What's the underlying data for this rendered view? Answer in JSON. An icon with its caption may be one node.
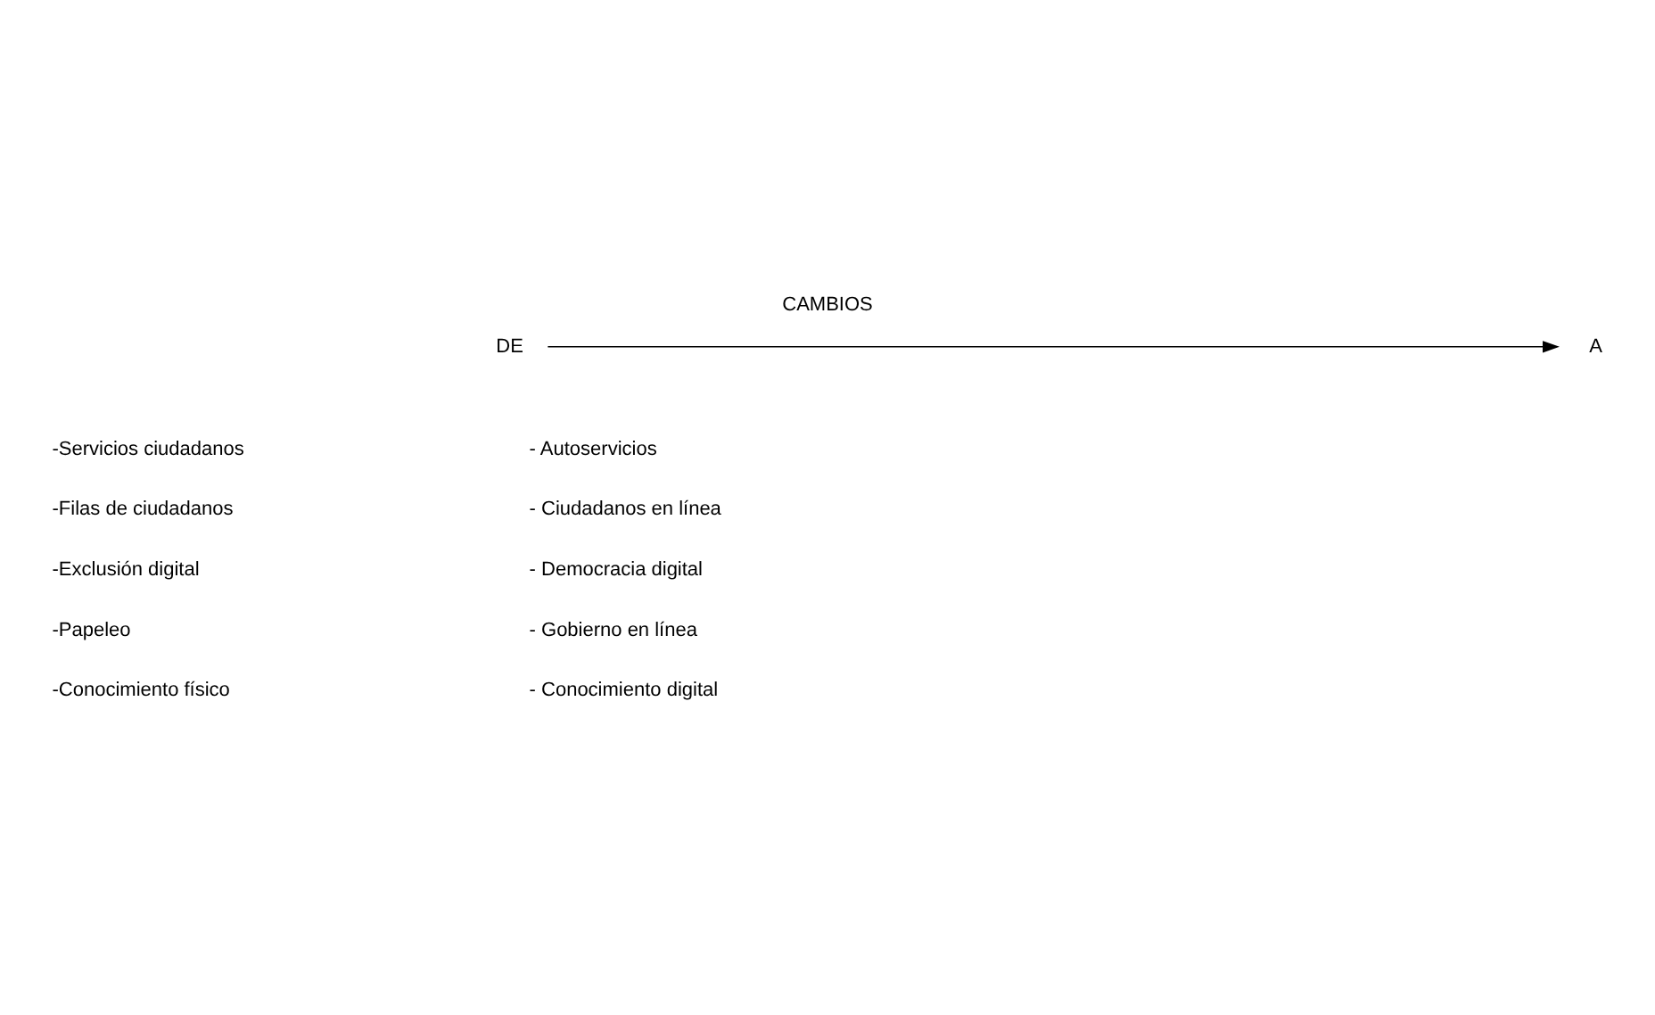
{
  "diagram": {
    "title": "CAMBIOS",
    "nodes": [
      {
        "text": [
          "DE"
        ]
      },
      {
        "text": [
          "A"
        ]
      }
    ],
    "edges": [
      {
        "from": 0,
        "to": 1,
        "arrow": "to"
      }
    ],
    "labels": [
      "-Servicios ciudadanos",
      "- Autoservicios",
      "-Filas de ciudadanos",
      "- Ciudadanos en línea",
      "-Exclusión digital",
      "- Democracia digital",
      "-Papeleo",
      "- Gobierno en línea",
      "-Conocimiento físico",
      "- Conocimiento digital"
    ]
  }
}
